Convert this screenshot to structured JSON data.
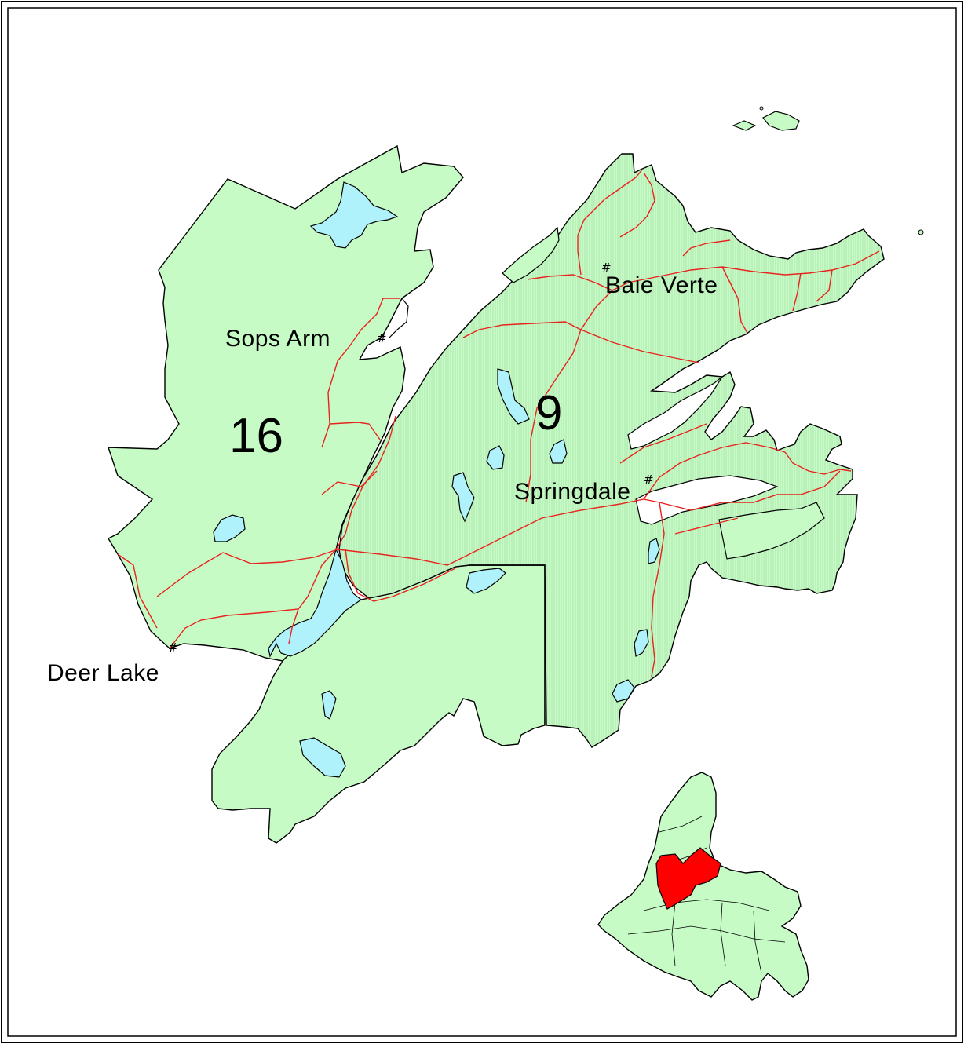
{
  "map": {
    "zones": [
      {
        "id": "zone-16",
        "label": "16"
      },
      {
        "id": "zone-9",
        "label": "9"
      }
    ],
    "places": [
      {
        "id": "sops-arm",
        "label": "Sops Arm",
        "marker": "#"
      },
      {
        "id": "baie-verte",
        "label": "Baie Verte",
        "marker": "#"
      },
      {
        "id": "springdale",
        "label": "Springdale",
        "marker": "#"
      },
      {
        "id": "deer-lake",
        "label": "Deer Lake",
        "marker": "#"
      }
    ],
    "colors": {
      "land": "#c6fbc6",
      "zone_9_hatch": "#b7eab7",
      "water": "#b0f2fb",
      "roads": "#e8231e",
      "outline": "#000000",
      "inset_highlight": "#ff0000"
    }
  }
}
